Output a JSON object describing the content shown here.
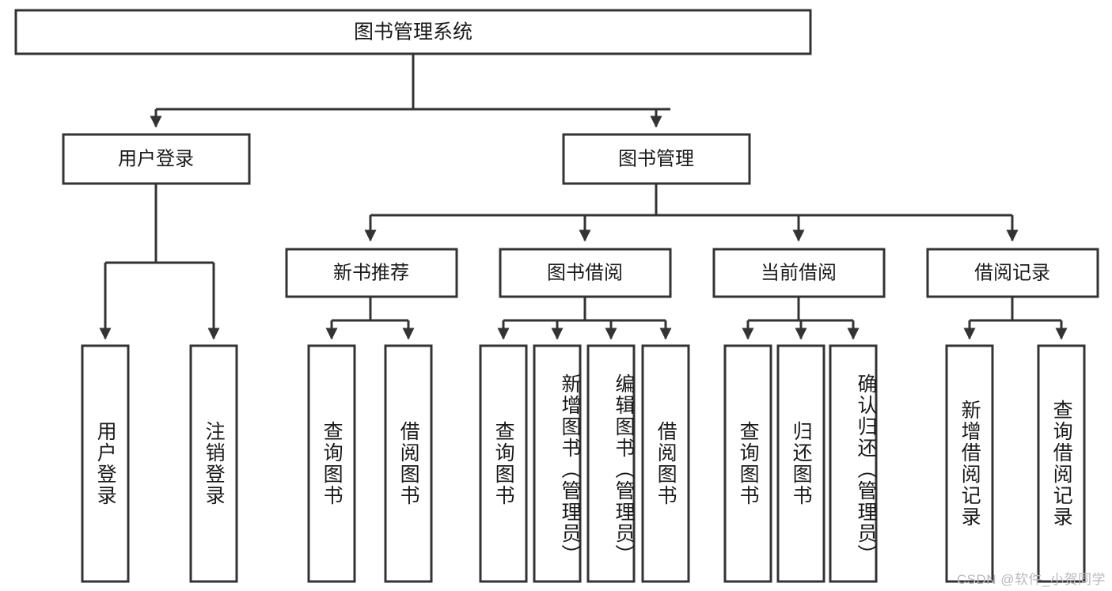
{
  "diagram": {
    "title": "图书管理系统",
    "type": "tree-hierarchy-diagram",
    "colors": {
      "stroke": "#333333",
      "fill": "#ffffff",
      "text": "#1a1a1a",
      "watermark": "#b9b9b9",
      "background": "#ffffff"
    },
    "root": {
      "label": "图书管理系统"
    },
    "level2": [
      {
        "label": "用户登录"
      },
      {
        "label": "图书管理"
      }
    ],
    "level3": [
      {
        "label": "新书推荐"
      },
      {
        "label": "图书借阅"
      },
      {
        "label": "当前借阅"
      },
      {
        "label": "借阅记录"
      }
    ],
    "leaves": {
      "user_login": [
        {
          "label": "用户登录"
        },
        {
          "label": "注销登录"
        }
      ],
      "new_book_recommend": [
        {
          "label": "查询图书"
        },
        {
          "label": "借阅图书"
        }
      ],
      "book_borrow": [
        {
          "label": "查询图书"
        },
        {
          "label": "新增图书（管理员）"
        },
        {
          "label": "编辑图书（管理员）"
        },
        {
          "label": "借阅图书"
        }
      ],
      "current_borrow": [
        {
          "label": "查询图书"
        },
        {
          "label": "归还图书"
        },
        {
          "label": "确认归还（管理员）"
        }
      ],
      "borrow_record": [
        {
          "label": "新增借阅记录"
        },
        {
          "label": "查询借阅记录"
        }
      ]
    }
  },
  "watermark": {
    "text": "CSDN @软件_小贺同学"
  }
}
